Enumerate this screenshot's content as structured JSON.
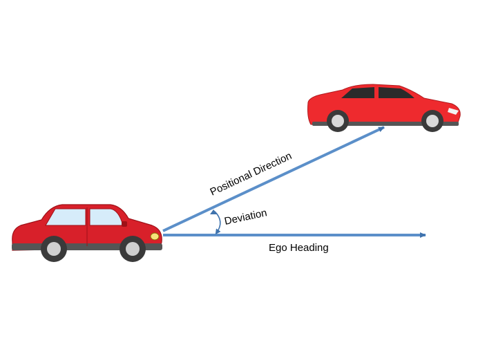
{
  "labels": {
    "positional_direction": "Positional Direction",
    "deviation": "Deviation",
    "ego_heading": "Ego Heading"
  },
  "icons": {
    "ego_vehicle": "red-sedan-car-icon",
    "target_vehicle": "red-sedan-car-icon"
  },
  "colors": {
    "arrow": "#5b8fc9",
    "arrow_dark": "#3f73ad",
    "car_body": "#d8202a",
    "target_body": "#ee2a2e",
    "car_dark": "#9e1118",
    "window": "#d6ecfa",
    "tire": "#3a3a3a",
    "rim": "#cfcfcf"
  }
}
